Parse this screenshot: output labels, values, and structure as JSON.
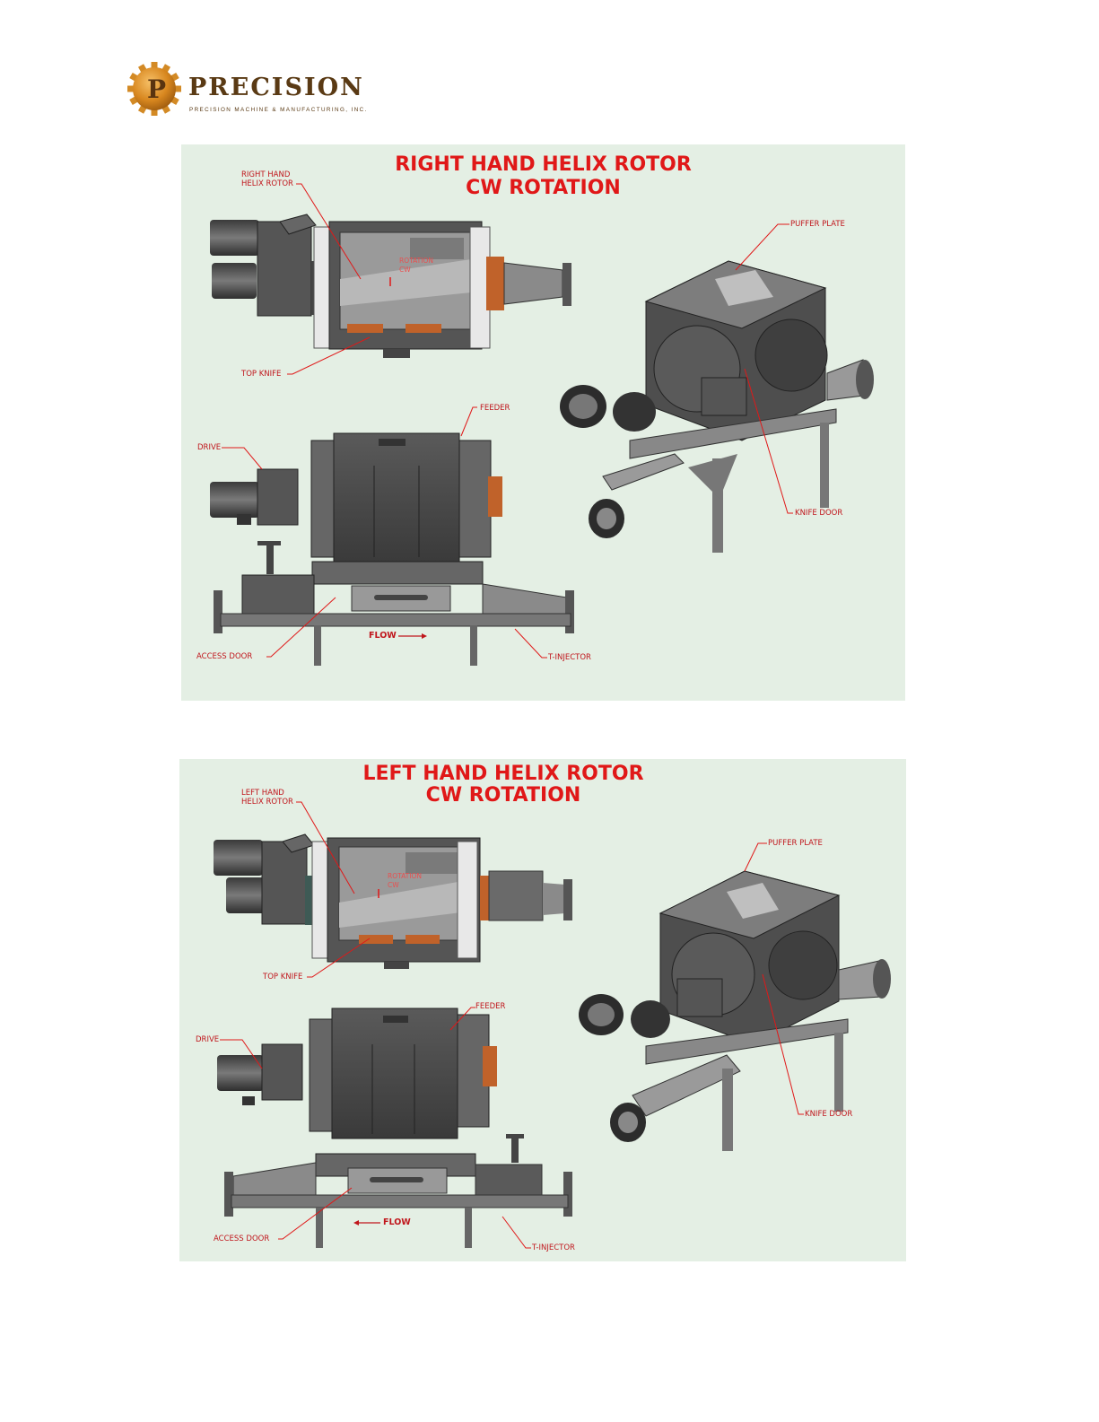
{
  "brand": {
    "name": "PRECISION",
    "subtitle": "PRECISION MACHINE & MANUFACTURING, INC.",
    "colors": {
      "gold": "#d18a22",
      "brown": "#5a3a14"
    }
  },
  "accent_color": "#e01818",
  "panels": [
    {
      "title_line1": "RIGHT HAND HELIX ROTOR",
      "title_line2": "CW ROTATION",
      "labels": {
        "helix": "RIGHT HAND\nHELIX ROTOR",
        "rotation": "ROTATION\nCW",
        "top_knife": "TOP KNIFE",
        "feeder": "FEEDER",
        "drive": "DRIVE",
        "access_door": "ACCESS DOOR",
        "flow": "FLOW",
        "t_injector": "T-INJECTOR",
        "puffer_plate": "PUFFER PLATE",
        "knife_door": "KNIFE DOOR"
      },
      "flow_direction": "right"
    },
    {
      "title_line1": "LEFT HAND HELIX ROTOR",
      "title_line2": "CW ROTATION",
      "labels": {
        "helix": "LEFT HAND\nHELIX ROTOR",
        "rotation": "ROTATION\nCW",
        "top_knife": "TOP KNIFE",
        "feeder": "FEEDER",
        "drive": "DRIVE",
        "access_door": "ACCESS DOOR",
        "flow": "FLOW",
        "t_injector": "T-INJECTOR",
        "puffer_plate": "PUFFER PLATE",
        "knife_door": "KNIFE DOOR"
      },
      "flow_direction": "left"
    }
  ]
}
